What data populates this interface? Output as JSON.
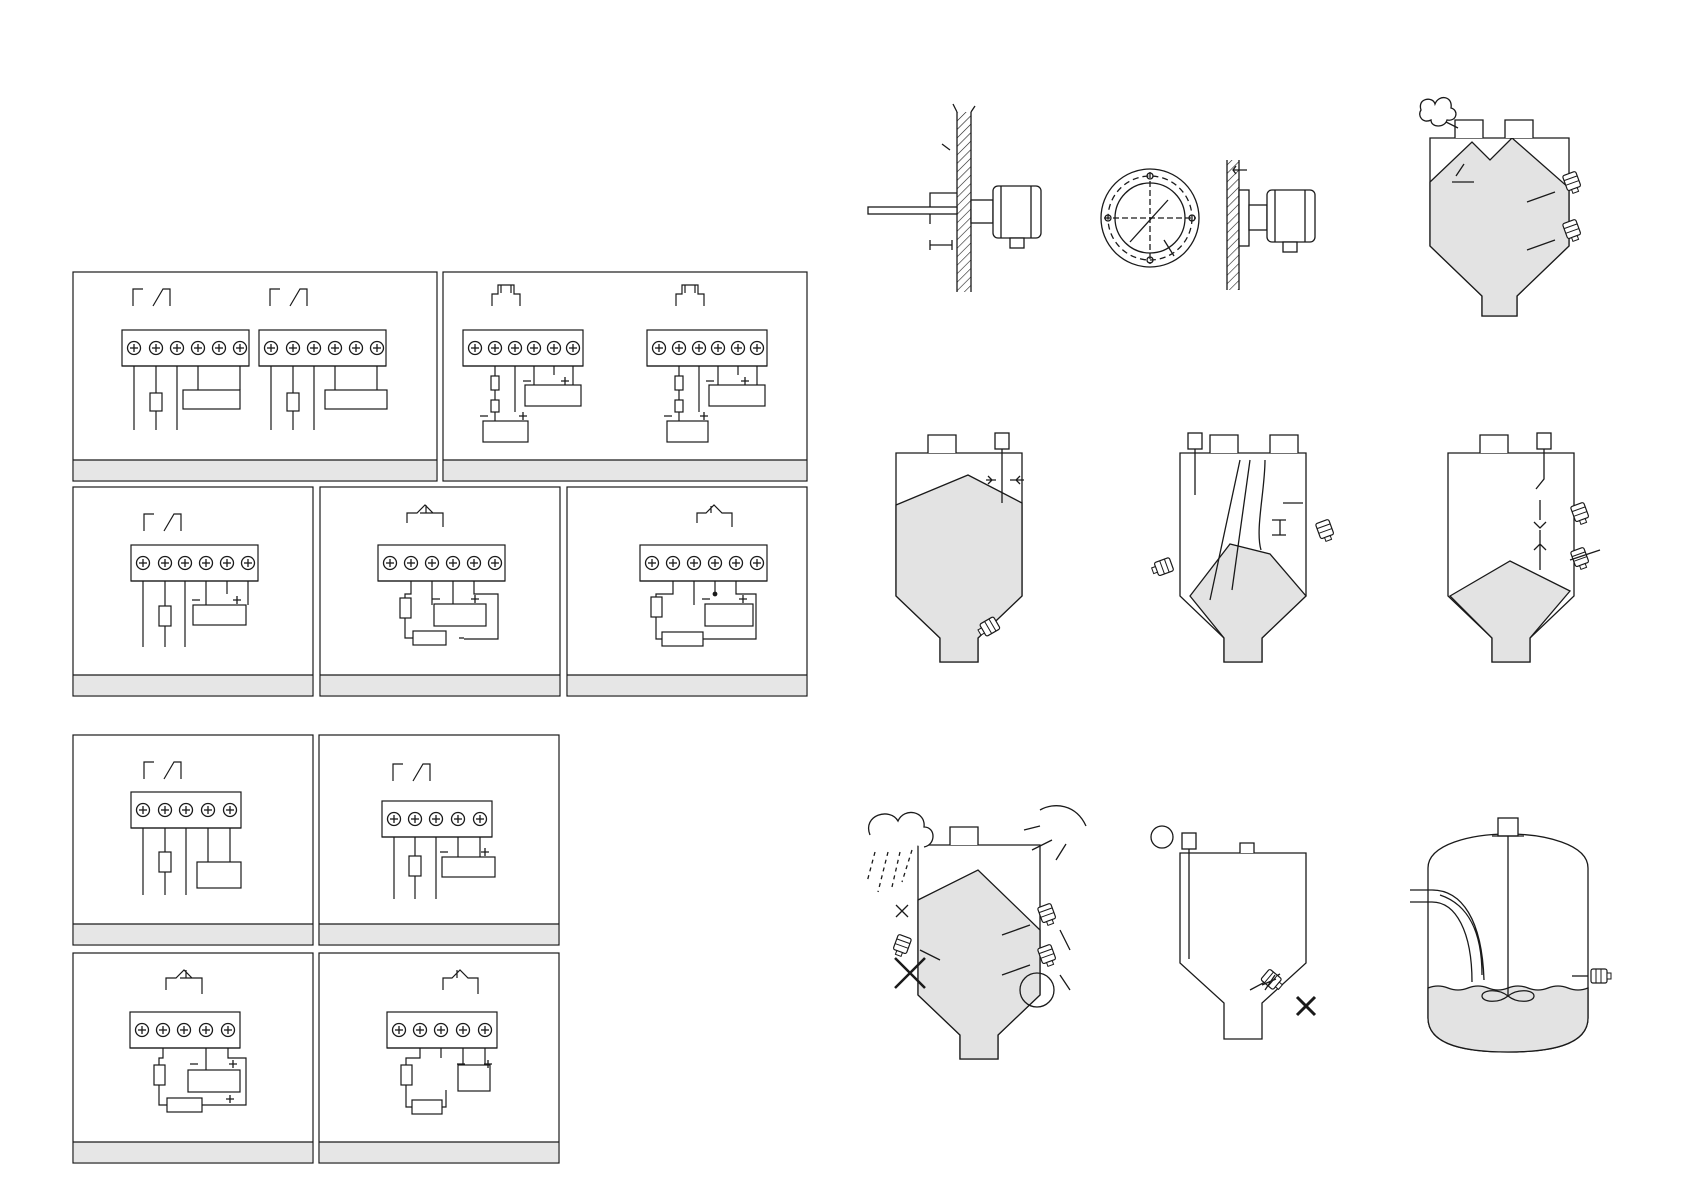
{
  "colors": {
    "ink": "#1a1a1a",
    "fill_material": "#e3e3e3",
    "panel_footer": "#e6e6e6",
    "background": "#ffffff"
  },
  "wiring_panels": [
    {
      "id": "panel-1",
      "symbol": "relay-contact",
      "terminals": 6,
      "count": 2
    },
    {
      "id": "panel-2",
      "symbol": "npn-transistor",
      "terminals": 6,
      "count": 2
    },
    {
      "id": "panel-3",
      "symbol": "relay-contact",
      "terminals": 6,
      "count": 1
    },
    {
      "id": "panel-4",
      "symbol": "transistor-pnp",
      "terminals": 6,
      "count": 1
    },
    {
      "id": "panel-5",
      "symbol": "transistor-npn",
      "terminals": 6,
      "count": 1
    },
    {
      "id": "panel-6",
      "symbol": "relay-contact",
      "terminals": 5,
      "count": 1
    },
    {
      "id": "panel-7",
      "symbol": "relay-contact",
      "terminals": 5,
      "count": 1
    },
    {
      "id": "panel-8",
      "symbol": "transistor-pnp",
      "terminals": 5,
      "count": 1
    },
    {
      "id": "panel-9",
      "symbol": "transistor-npn",
      "terminals": 5,
      "count": 1
    }
  ],
  "installation_figures": [
    {
      "id": "wall-mount-side",
      "icon": "wall-mount-icon"
    },
    {
      "id": "flange-mount",
      "icon": "flange-icon"
    },
    {
      "id": "silo-dust-side-mount",
      "icon": "silo-icon"
    },
    {
      "id": "silo-top-rod",
      "icon": "silo-icon"
    },
    {
      "id": "silo-inflow-stream",
      "icon": "silo-icon"
    },
    {
      "id": "silo-angled-probes",
      "icon": "silo-icon"
    },
    {
      "id": "silo-sun-rain-protection",
      "icon": "silo-icon"
    },
    {
      "id": "silo-correct-incorrect",
      "icon": "silo-icon"
    },
    {
      "id": "tank-with-agitator",
      "icon": "tank-icon"
    }
  ],
  "marks": {
    "correct": "○",
    "incorrect": "✕"
  }
}
